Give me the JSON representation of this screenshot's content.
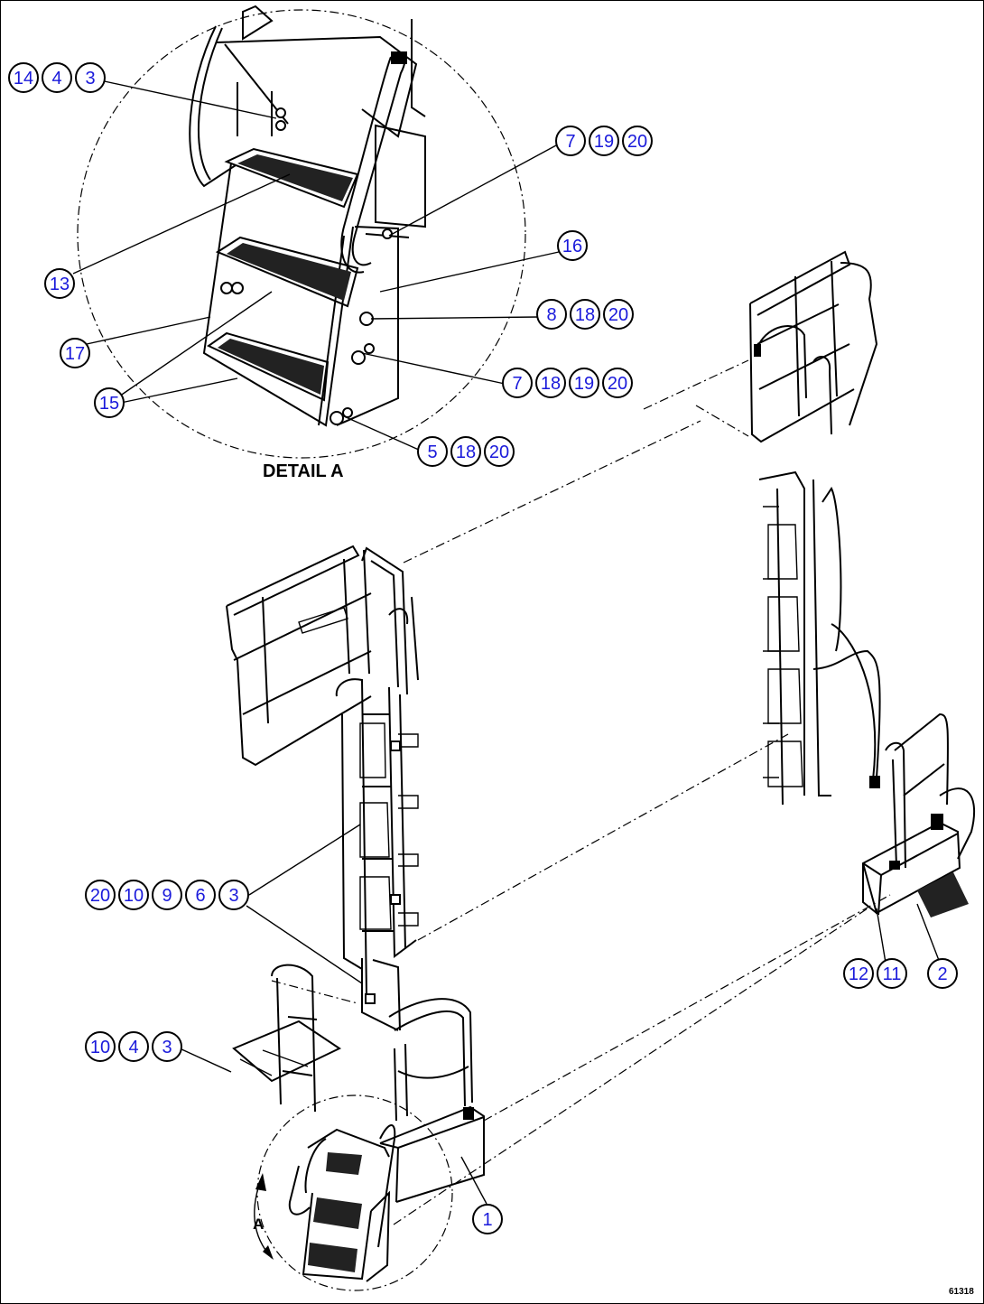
{
  "detail_title": "DETAIL A",
  "view_marker": "A",
  "drawing_code": "61318",
  "callouts": [
    {
      "id": "c-14-4-3",
      "labels": [
        "14",
        "4",
        "3"
      ]
    },
    {
      "id": "c-7-19-20",
      "labels": [
        "7",
        "19",
        "20"
      ]
    },
    {
      "id": "c-16",
      "labels": [
        "16"
      ]
    },
    {
      "id": "c-13",
      "labels": [
        "13"
      ]
    },
    {
      "id": "c-8-18-20",
      "labels": [
        "8",
        "18",
        "20"
      ]
    },
    {
      "id": "c-17",
      "labels": [
        "17"
      ]
    },
    {
      "id": "c-7-18-19-20",
      "labels": [
        "7",
        "18",
        "19",
        "20"
      ]
    },
    {
      "id": "c-15",
      "labels": [
        "15"
      ]
    },
    {
      "id": "c-5-18-20",
      "labels": [
        "5",
        "18",
        "20"
      ]
    },
    {
      "id": "c-20-10-9-6-3",
      "labels": [
        "20",
        "10",
        "9",
        "6",
        "3"
      ]
    },
    {
      "id": "c-12-11",
      "labels": [
        "12",
        "11"
      ]
    },
    {
      "id": "c-2",
      "labels": [
        "2"
      ]
    },
    {
      "id": "c-10-4-3",
      "labels": [
        "10",
        "4",
        "3"
      ]
    },
    {
      "id": "c-1",
      "labels": [
        "1"
      ]
    }
  ]
}
